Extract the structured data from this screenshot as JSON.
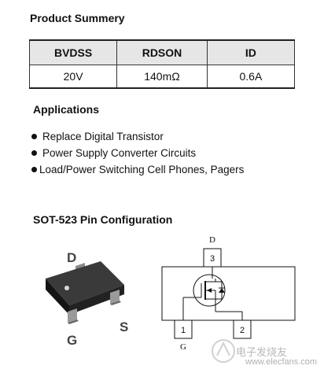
{
  "summary": {
    "title": "Product Summery",
    "headers": [
      "BVDSS",
      "RDSON",
      "ID"
    ],
    "values": [
      "20V",
      "140mΩ",
      "0.6A"
    ]
  },
  "applications": {
    "title": "Applications",
    "items": [
      "Replace Digital Transistor",
      "Power Supply Converter Circuits",
      "Load/Power Switching Cell Phones, Pagers"
    ]
  },
  "pin_config": {
    "title": "SOT-523  Pin Configuration",
    "package_labels": {
      "d": "D",
      "g": "G",
      "s": "S"
    },
    "schematic": {
      "pin_top_name": "D",
      "pin_top_num": "3",
      "pin_left_num": "1",
      "pin_left_name": "G",
      "pin_right_num": "2"
    }
  },
  "watermark": {
    "line1": "电子发烧友",
    "line2": "www.elecfans.com"
  },
  "colors": {
    "header_bg": "#e6e6e6",
    "chip_body": "#1e1e1e",
    "pin_metal": "#9a9a9a"
  }
}
